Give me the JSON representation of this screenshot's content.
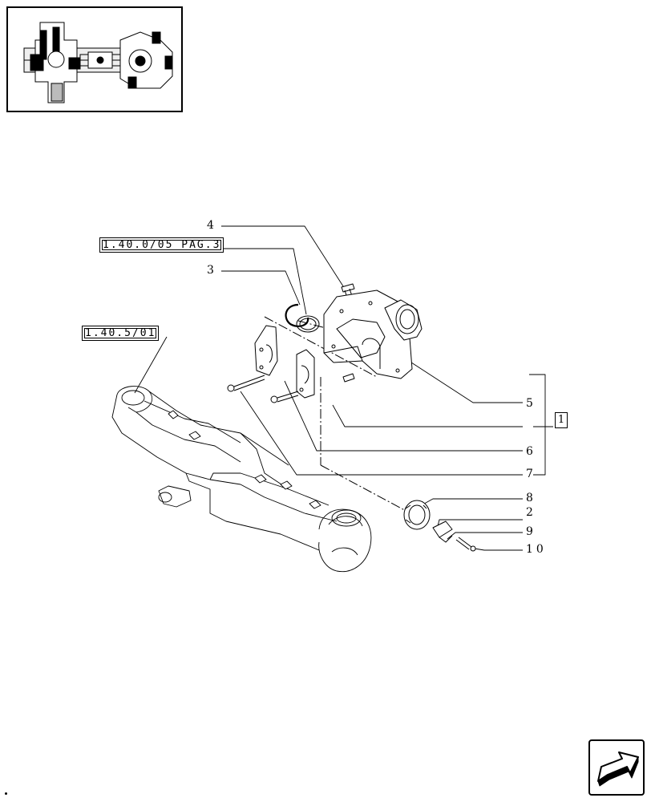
{
  "references": {
    "ref_1": "1.40.0/05 PAG.3",
    "ref_2": "1.40.5/01"
  },
  "callouts": {
    "c4": "4",
    "c3": "3",
    "c5": "5",
    "c6": "6",
    "c7": "7",
    "c8": "8",
    "c2": "2",
    "c9": "9",
    "c10": "10"
  },
  "group_marker": "1",
  "icons": {
    "overview": "axle-overview-icon",
    "next_page": "next-page-arrow-icon"
  }
}
